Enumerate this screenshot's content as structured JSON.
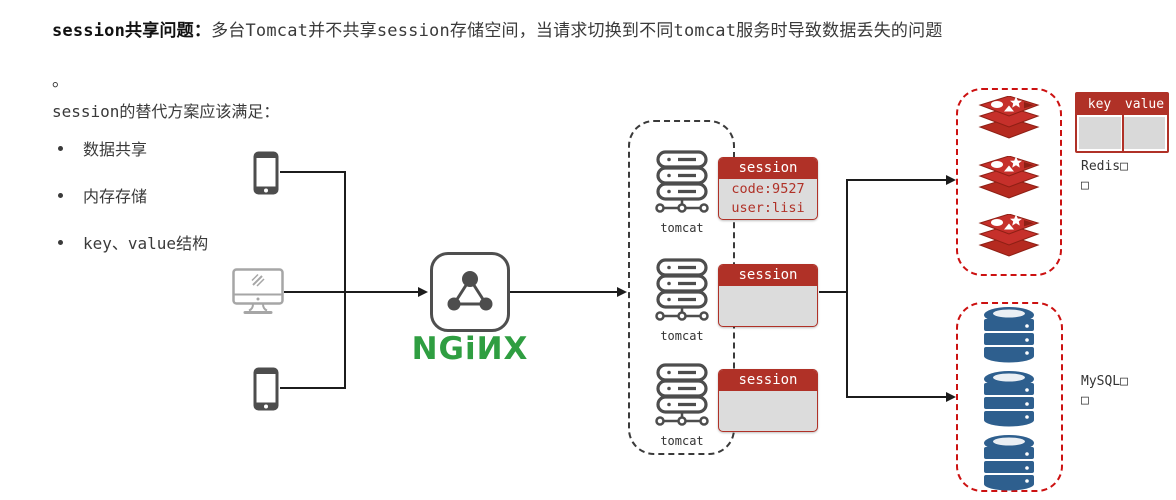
{
  "header": {
    "title_bold": "session共享问题",
    "title_colon": "：",
    "title_rest": "多台Tomcat并不共享session存储空间，当请求切换到不同tomcat服务时导致数据丢失的问题",
    "title_overflow": "。",
    "subtitle": "session的替代方案应该满足：",
    "bullets": [
      "数据共享",
      "内存存储",
      "key、value结构"
    ]
  },
  "nginx": {
    "logo_text": "NGiИX"
  },
  "tomcat": {
    "nodes": [
      {
        "label": "tomcat"
      },
      {
        "label": "tomcat"
      },
      {
        "label": "tomcat"
      }
    ]
  },
  "sessions": [
    {
      "title": "session",
      "lines": [
        "code:9527",
        "user:lisi"
      ]
    },
    {
      "title": "session",
      "lines": []
    },
    {
      "title": "session",
      "lines": []
    }
  ],
  "redis": {
    "table_headers": [
      "key",
      "value"
    ],
    "label_line1": "Redis□",
    "label_line2": "□"
  },
  "mysql": {
    "label_line1": "MySQL□",
    "label_line2": "□"
  },
  "colors": {
    "accent_red": "#b03127",
    "dashed_red": "#cc1111",
    "nginx_green": "#2f9e41",
    "mysql_blue": "#2e5f8e",
    "redis_red": "#c6302b",
    "icon_gray": "#4d4d4d"
  }
}
